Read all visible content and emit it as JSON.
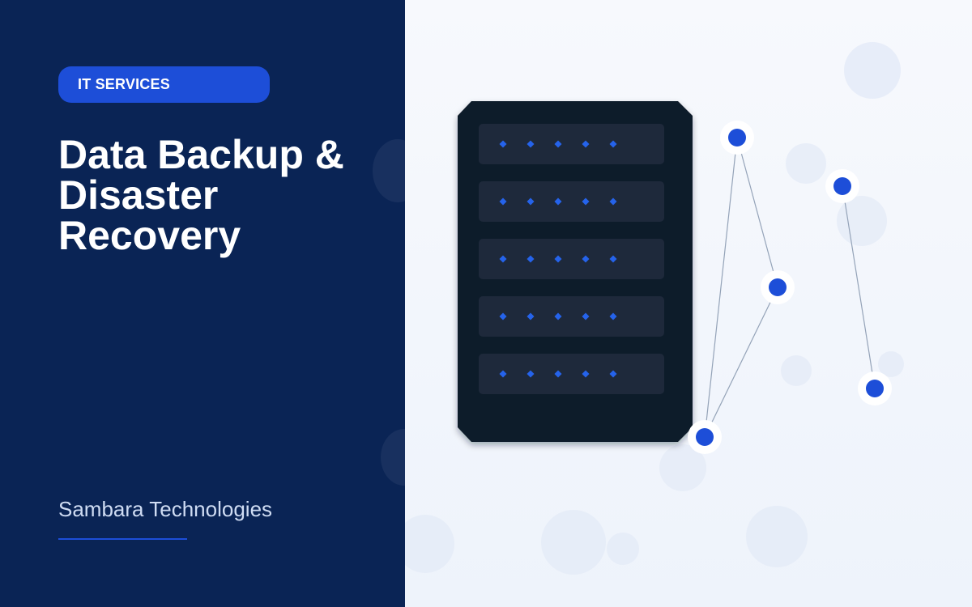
{
  "tag": {
    "label": "IT SERVICES"
  },
  "title": {
    "line1": "Data Backup &",
    "line2": "Disaster",
    "line3": "Recovery"
  },
  "company": {
    "name": "Sambara Technologies"
  },
  "colors": {
    "left_bg": "#0a2455",
    "accent": "#1d4ed8",
    "server_body": "#101a2c",
    "server_bay": "#1e293b",
    "led": "#2563eb",
    "node": "#1d4ed8",
    "bubble": "#e3eaf7"
  },
  "illustration": {
    "server_bays": 5,
    "leds_per_bay": 5,
    "nodes": 5,
    "icon": "server-rack-icon"
  }
}
